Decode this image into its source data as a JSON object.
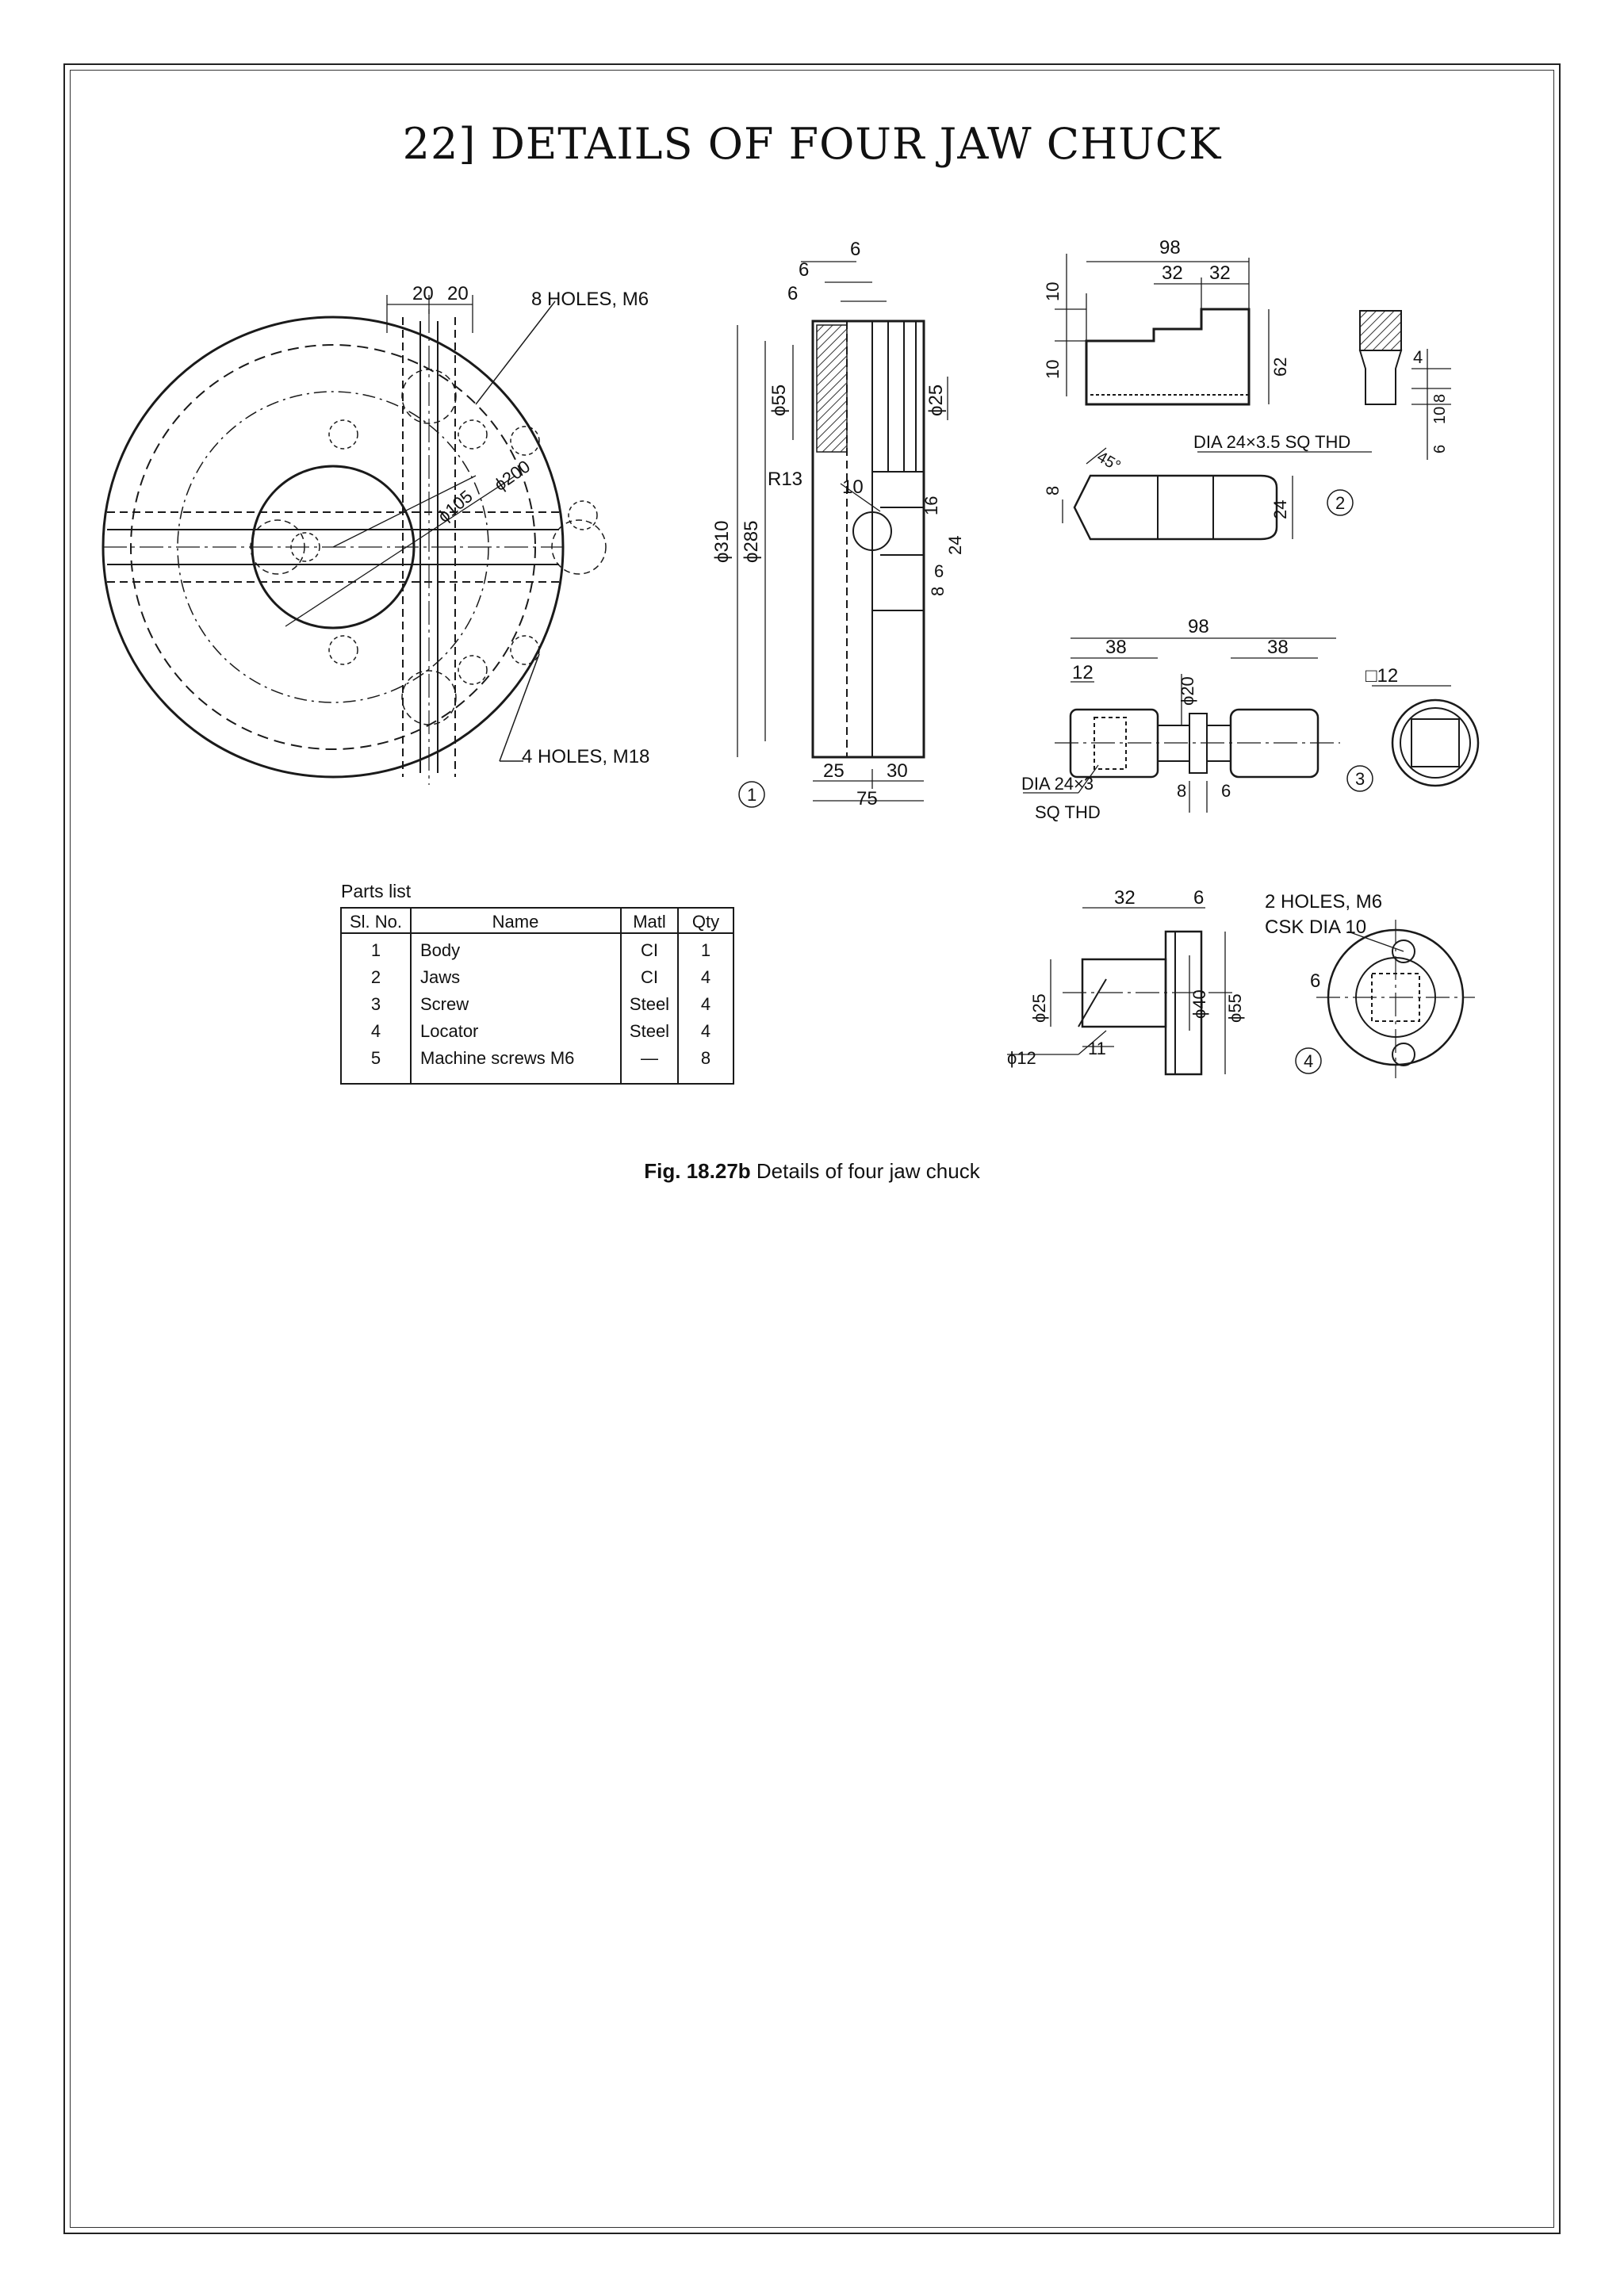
{
  "page_title": "22] DETAILS OF FOUR JAW CHUCK",
  "drawing": {
    "view1": {
      "part_number": "1",
      "labels": {
        "holes_m6": "8 HOLES, M6",
        "holes_m18": "4 HOLES, M18",
        "d105": "ϕ105",
        "d200": "ϕ200",
        "w20a": "20",
        "w20b": "20"
      }
    },
    "view_body_side": {
      "dims": {
        "t6a": "6",
        "t6b": "6",
        "t6c": "6",
        "d55": "ϕ55",
        "d25": "ϕ25",
        "d310": "ϕ310",
        "d285": "ϕ285",
        "r13": "R13",
        "w10": "10",
        "h16": "16",
        "h24": "24",
        "h6": "6",
        "h8": "8",
        "w25": "25",
        "w30": "30",
        "w75": "75"
      }
    },
    "view_jaw": {
      "part_number": "2",
      "dims": {
        "w98": "98",
        "w32a": "32",
        "w32b": "32",
        "h10a": "10",
        "h10b": "10",
        "h62": "62",
        "thread": "DIA 24×3.5 SQ THD",
        "h4": "4",
        "h8": "8",
        "h10": "10",
        "h6": "6",
        "angle": "45°",
        "h8b": "8",
        "d24": "24"
      }
    },
    "view_screw": {
      "part_number": "3",
      "dims": {
        "w98": "98",
        "w38a": "38",
        "w38b": "38",
        "w12": "12",
        "d20": "ϕ20",
        "sq12": "□12",
        "thread_l1": "DIA 24×3",
        "thread_l2": "SQ THD",
        "w8": "8",
        "w6": "6"
      }
    },
    "view_locator": {
      "part_number": "4",
      "dims": {
        "w32": "32",
        "w6": "6",
        "holes_l1": "2 HOLES, M6",
        "holes_l2": "CSK DIA 10",
        "d25": "ϕ25",
        "d40": "ϕ40",
        "d55": "ϕ55",
        "d12": "ϕ12",
        "w11": "11",
        "w6b": "6"
      }
    }
  },
  "parts_list": {
    "title": "Parts list",
    "headers": [
      "Sl. No.",
      "Name",
      "Matl",
      "Qty"
    ],
    "rows": [
      [
        "1",
        "Body",
        "CI",
        "1"
      ],
      [
        "2",
        "Jaws",
        "CI",
        "4"
      ],
      [
        "3",
        "Screw",
        "Steel",
        "4"
      ],
      [
        "4",
        "Locator",
        "Steel",
        "4"
      ],
      [
        "5",
        "Machine screws M6",
        "—",
        "8"
      ]
    ]
  },
  "caption": {
    "label": "Fig. 18.27b",
    "text": "Details of four jaw chuck"
  }
}
